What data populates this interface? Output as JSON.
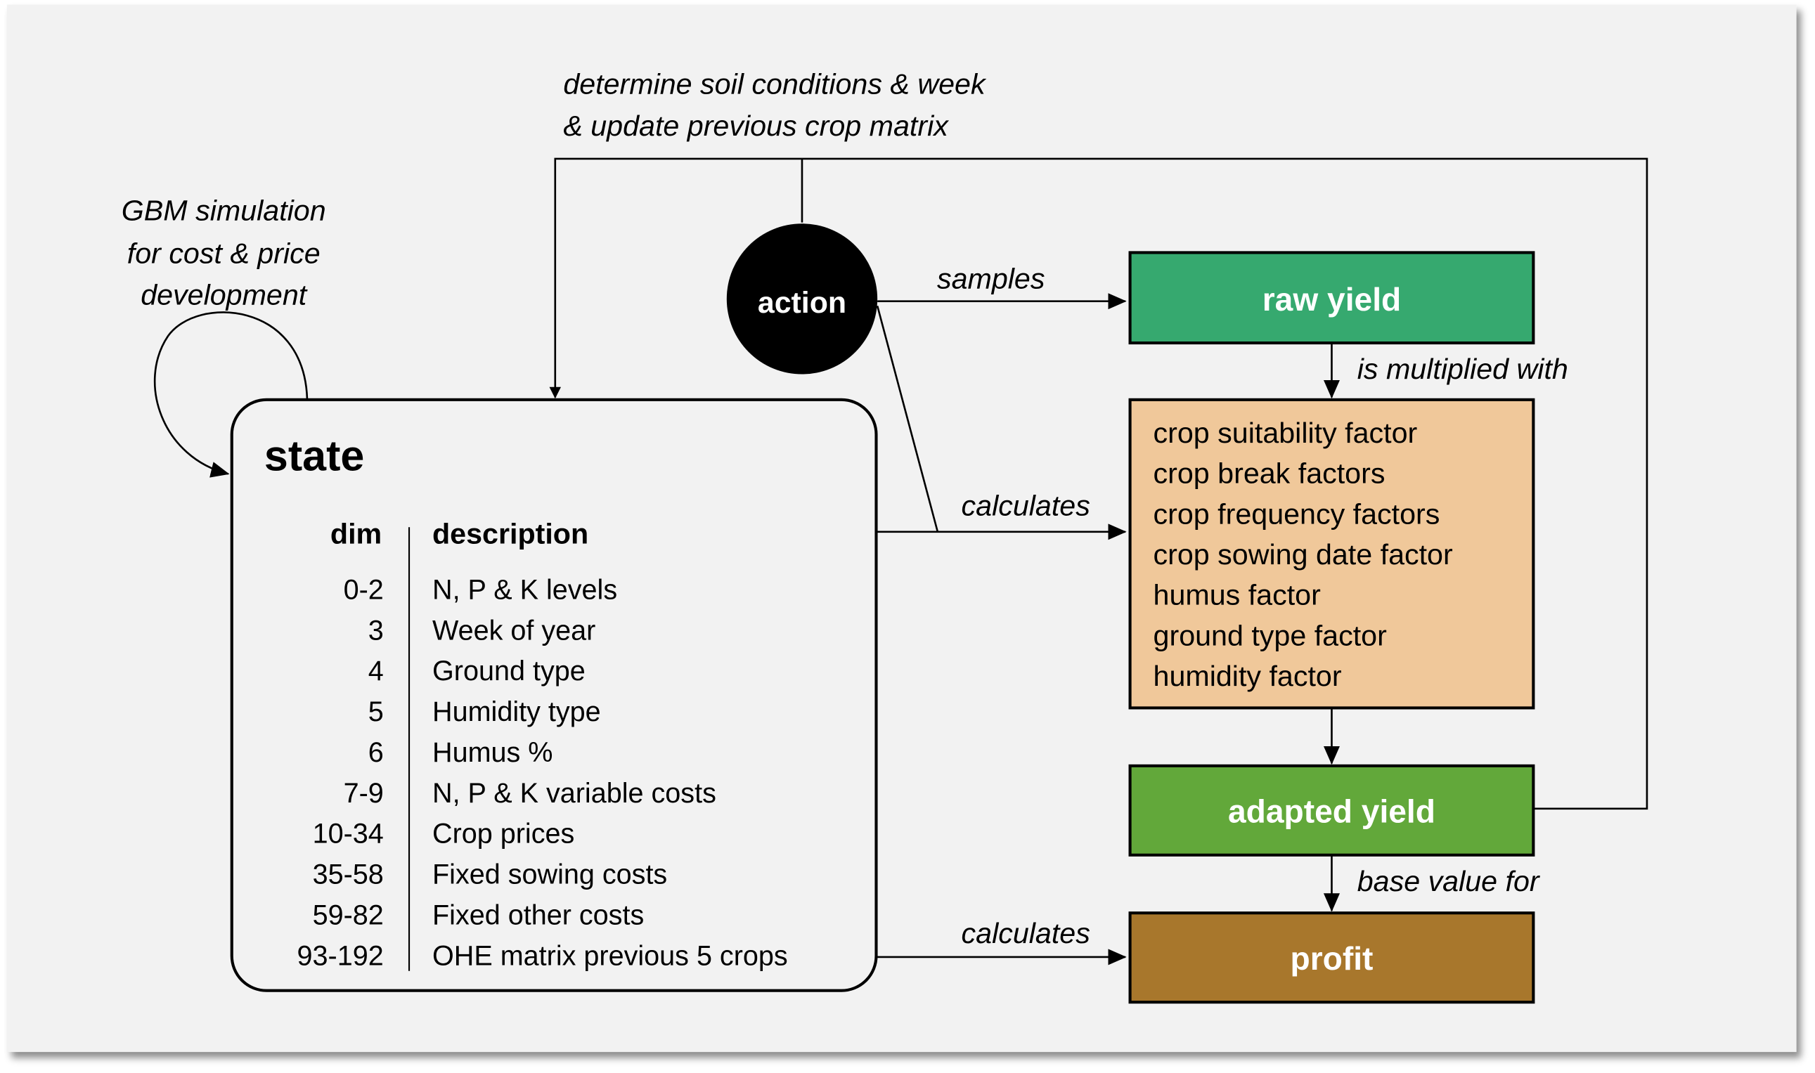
{
  "labels": {
    "top_note_line1": "determine soil conditions & week",
    "top_note_line2": "& update previous crop matrix",
    "gbm_line1": "GBM simulation",
    "gbm_line2": "for cost & price",
    "gbm_line3": "development",
    "samples": "samples",
    "calculates_factors": "calculates",
    "calculates_profit": "calculates",
    "multiplied": "is multiplied with",
    "base_value": "base value for"
  },
  "nodes": {
    "action": "action",
    "raw_yield": "raw yield",
    "adapted_yield": "adapted yield",
    "profit": "profit"
  },
  "state": {
    "title": "state",
    "col_dim": "dim",
    "col_desc": "description",
    "rows": [
      {
        "dim": "0-2",
        "desc": "N, P & K levels"
      },
      {
        "dim": "3",
        "desc": "Week of year"
      },
      {
        "dim": "4",
        "desc": "Ground type"
      },
      {
        "dim": "5",
        "desc": "Humidity type"
      },
      {
        "dim": "6",
        "desc": "Humus %"
      },
      {
        "dim": "7-9",
        "desc": "N, P & K variable costs"
      },
      {
        "dim": "10-34",
        "desc": "Crop prices"
      },
      {
        "dim": "35-58",
        "desc": "Fixed sowing costs"
      },
      {
        "dim": "59-82",
        "desc": "Fixed other costs"
      },
      {
        "dim": "93-192",
        "desc": "OHE matrix previous 5 crops"
      }
    ]
  },
  "factors": [
    "crop suitability factor",
    "crop break factors",
    "crop frequency factors",
    "crop sowing date factor",
    "humus factor",
    "ground type factor",
    "humidity factor"
  ],
  "colors": {
    "raw_yield": "#36a96f",
    "factors": "#f0c89a",
    "adapted_yield": "#62a83a",
    "profit": "#a8772c",
    "action": "#000000",
    "background": "#f2f2f2"
  }
}
